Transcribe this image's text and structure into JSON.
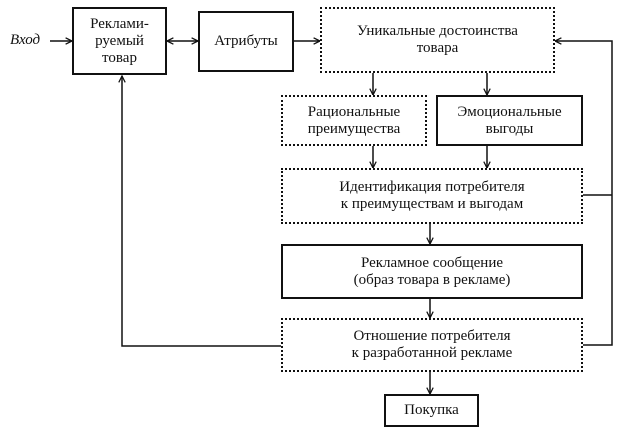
{
  "input_label": "Вход",
  "boxes": {
    "product": {
      "line1": "Реклами-",
      "line2": "руемый",
      "line3": "товар"
    },
    "attributes": {
      "line1": "Атрибуты"
    },
    "unique": {
      "line1": "Уникальные достоинства",
      "line2": "товара"
    },
    "rational": {
      "line1": "Рациональные",
      "line2": "преимущества"
    },
    "emotional": {
      "line1": "Эмоциональные",
      "line2": "выгоды"
    },
    "identification": {
      "line1": "Идентификация потребителя",
      "line2": "к преимуществам и выгодам"
    },
    "message": {
      "line1": "Рекламное сообщение",
      "line2": "(образ товара в рекламе)"
    },
    "attitude": {
      "line1": "Отношение потребителя",
      "line2": "к разработанной рекламе"
    },
    "purchase": {
      "line1": "Покупка"
    }
  },
  "colors": {
    "ink": "#111111",
    "background": "#ffffff"
  }
}
